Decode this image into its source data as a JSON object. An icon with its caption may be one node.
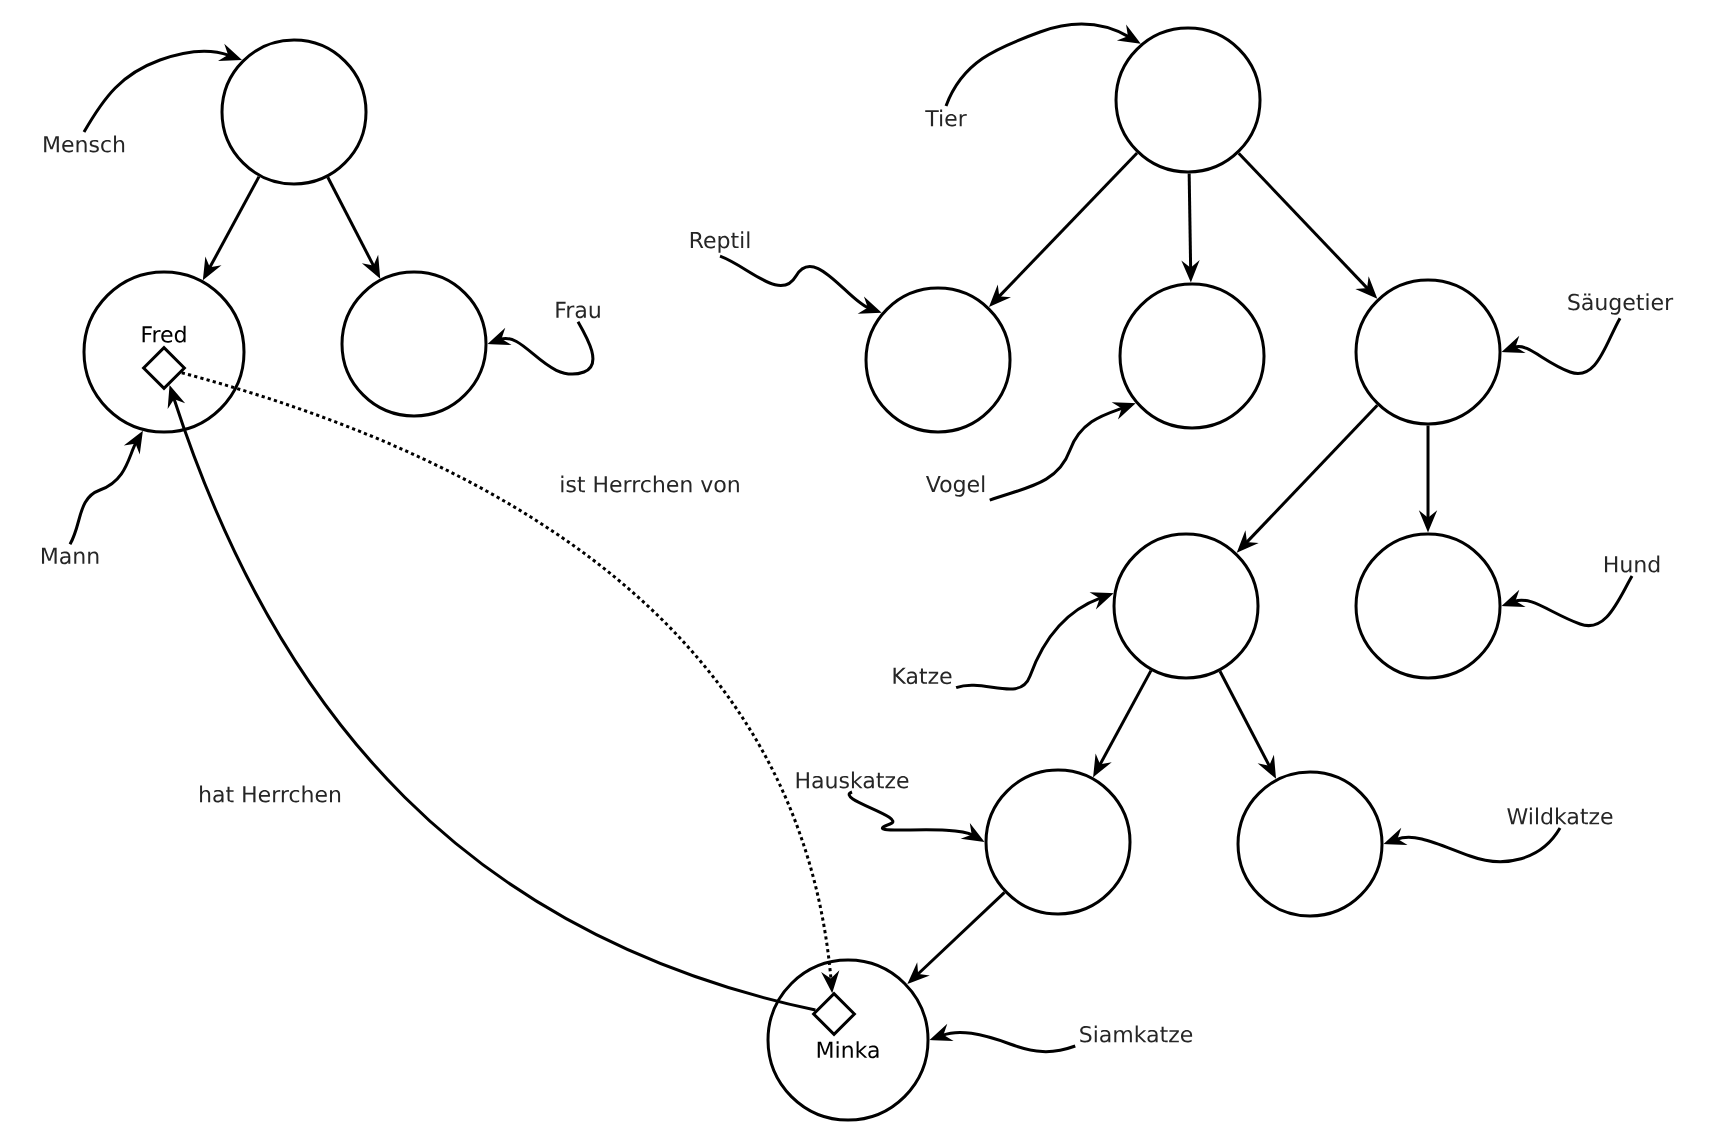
{
  "diagram": {
    "nodes": [
      {
        "text": [],
        "shape": "circle"
      },
      {
        "text": [
          "Fred"
        ]
      },
      {
        "text": [],
        "shape": "diamond",
        "in": 1
      },
      {
        "text": [],
        "shape": "circle"
      },
      {
        "text": [],
        "shape": "circle"
      },
      {
        "text": [],
        "shape": "circle"
      },
      {
        "text": [],
        "shape": "circle"
      },
      {
        "text": [],
        "shape": "circle"
      },
      {
        "text": [],
        "shape": "circle"
      },
      {
        "text": [],
        "shape": "circle"
      },
      {
        "text": [],
        "shape": "circle"
      },
      {
        "text": [],
        "shape": "circle"
      },
      {
        "text": [
          "Minka"
        ]
      },
      {
        "text": [],
        "shape": "diamond",
        "in": 12
      },
      {
        "text": [
          "Mensch"
        ]
      },
      {
        "text": [
          "Mann"
        ]
      },
      {
        "text": [
          "Frau"
        ]
      },
      {
        "text": [
          "Tier"
        ]
      },
      {
        "text": [
          "Reptil"
        ]
      },
      {
        "text": [
          "Vogel"
        ]
      },
      {
        "text": [
          "Säugetier"
        ]
      },
      {
        "text": [
          "Hund"
        ]
      },
      {
        "text": [
          "Katze"
        ]
      },
      {
        "text": [
          "Hauskatze"
        ]
      },
      {
        "text": [
          "Wildkatze"
        ]
      },
      {
        "text": [
          "Siamkatze"
        ]
      }
    ],
    "edges": [
      {
        "from": 0,
        "to": 1,
        "arrow": "to"
      },
      {
        "from": 0,
        "to": 3,
        "arrow": "to"
      },
      {
        "from": 4,
        "to": 5,
        "arrow": "to"
      },
      {
        "from": 4,
        "to": 6,
        "arrow": "to"
      },
      {
        "from": 4,
        "to": 7,
        "arrow": "to"
      },
      {
        "from": 7,
        "to": 8,
        "arrow": "to"
      },
      {
        "from": 7,
        "to": 9,
        "arrow": "to"
      },
      {
        "from": 8,
        "to": 10,
        "arrow": "to"
      },
      {
        "from": 8,
        "to": 11,
        "arrow": "to"
      },
      {
        "from": 10,
        "to": 12,
        "arrow": "to"
      },
      {
        "from": 2,
        "to": 13,
        "arrow": "to",
        "style": "dashed",
        "label": "ist Herrchen von"
      },
      {
        "from": 13,
        "to": 2,
        "arrow": "to",
        "label": "hat Herrchen"
      },
      {
        "from": 14,
        "to": 0,
        "arrow": "to"
      },
      {
        "from": 15,
        "to": 1,
        "arrow": "to"
      },
      {
        "from": 16,
        "to": 3,
        "arrow": "to"
      },
      {
        "from": 17,
        "to": 4,
        "arrow": "to"
      },
      {
        "from": 18,
        "to": 5,
        "arrow": "to"
      },
      {
        "from": 19,
        "to": 6,
        "arrow": "to"
      },
      {
        "from": 20,
        "to": 7,
        "arrow": "to"
      },
      {
        "from": 21,
        "to": 9,
        "arrow": "to"
      },
      {
        "from": 22,
        "to": 8,
        "arrow": "to"
      },
      {
        "from": 23,
        "to": 10,
        "arrow": "to"
      },
      {
        "from": 24,
        "to": 11,
        "arrow": "to"
      },
      {
        "from": 25,
        "to": 12,
        "arrow": "to"
      }
    ]
  }
}
